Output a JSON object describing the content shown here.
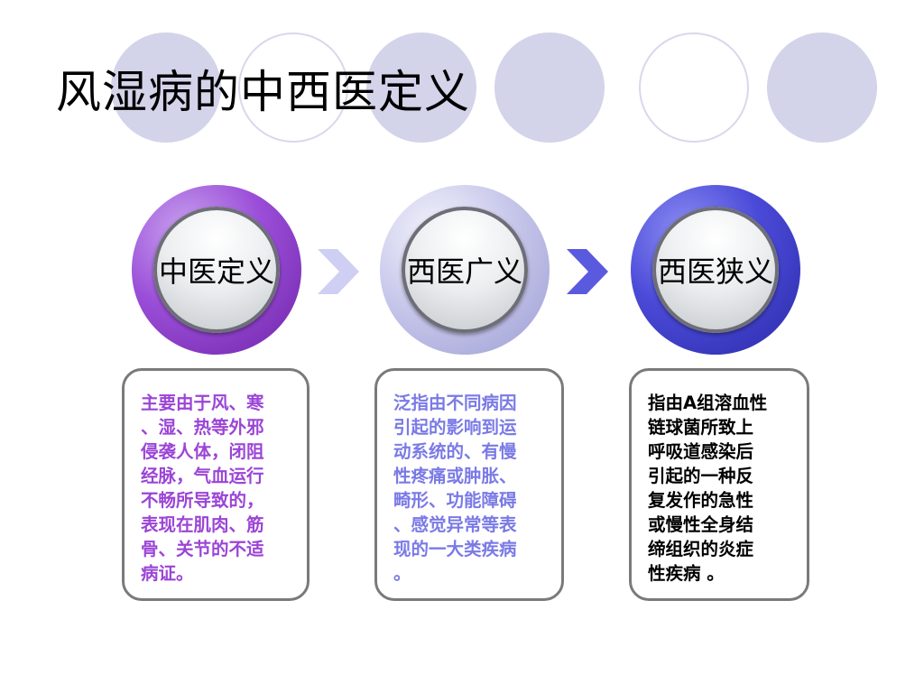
{
  "title": "风湿病的中西医定义",
  "colors": {
    "purple_disc": "#9b4fd8",
    "lavender_disc": "#c9c9ec",
    "blue_disc": "#4a4ad8",
    "chevron_light": "#cfcff3",
    "chevron_dark": "#5a5adf",
    "card_border": "#7a7a7a",
    "text_purple": "#9b45d6",
    "text_blue": "#7a7ae6",
    "text_black": "#000000",
    "deco_circle": "#d3d3ea"
  },
  "icons": [
    "chevron-right-icon",
    "chevron-right-icon"
  ],
  "stages": [
    {
      "label": "中医定义",
      "text": "主要由于风、寒\n、湿、热等外邪\n侵袭人体，闭阻\n经脉，气血运行\n不畅所导致的，\n表现在肌肉、筋\n骨、关节的不适\n病证。"
    },
    {
      "label": "西医广义",
      "text": "泛指由不同病因\n引起的影响到运\n动系统的、有慢\n性疼痛或肿胀、\n畸形、功能障碍\n、感觉异常等表\n现的一大类疾病\n。"
    },
    {
      "label": "西医狭义",
      "text": "指由A组溶血性\n链球菌所致上\n呼吸道感染后\n引起的一种反\n复发作的急性\n或慢性全身结\n缔组织的炎症\n性疾病 。"
    }
  ]
}
